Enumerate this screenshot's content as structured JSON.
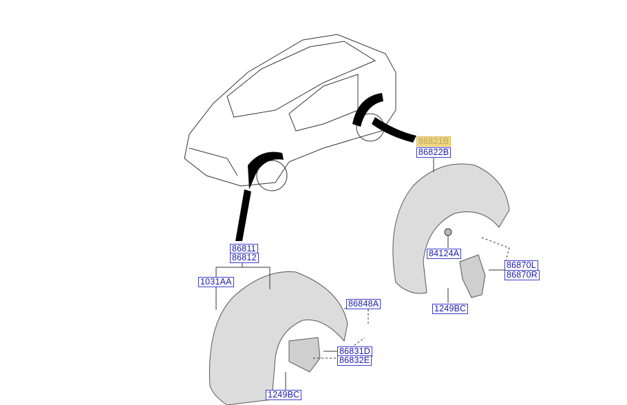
{
  "labels": {
    "rear_liner_lh": "86821B",
    "rear_liner_rh": "86822B",
    "rear_nut": "84124A",
    "rear_mudguard_lh": "86870L",
    "rear_mudguard_rh": "86870R",
    "rear_screw": "1249BC",
    "front_liner_lh": "86811",
    "front_liner_rh": "86812",
    "front_clip": "1031AA",
    "front_fastener": "86848A",
    "front_mudguard_lh": "86831D",
    "front_mudguard_rh": "86832E",
    "front_screw": "1249BC"
  },
  "colors": {
    "label": "#1a1aa8",
    "highlight": "#f2d67a",
    "part": "#d9d9d9"
  }
}
